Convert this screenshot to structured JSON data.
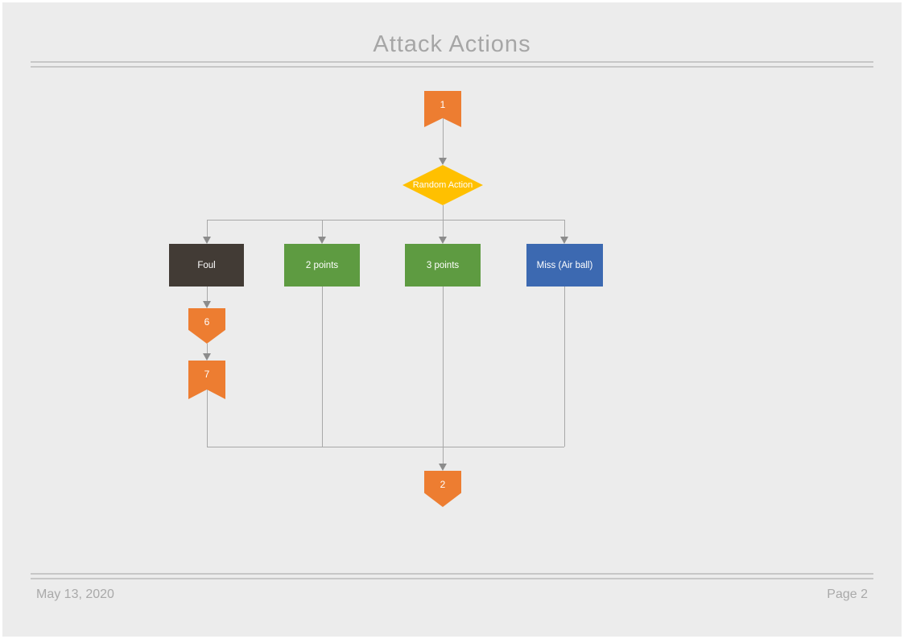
{
  "page": {
    "title": "Attack Actions",
    "footer": {
      "date": "May 13, 2020",
      "page_label": "Page 2"
    }
  },
  "colors": {
    "background": "#ECECEC",
    "page_border": "#FFFFFF",
    "rule_line": "#C7C7C7",
    "muted_text": "#A6A6A6",
    "connector_line": "#A8A8A8",
    "arrowhead": "#8C8C8C",
    "node_text": "#FFFFFF"
  },
  "diagram": {
    "nodes": {
      "start": {
        "label": "1",
        "shape": "bookmark",
        "color": "#ED7D31"
      },
      "decision": {
        "label": "Random Action",
        "shape": "diamond",
        "color": "#FFC000"
      },
      "foul": {
        "label": "Foul",
        "shape": "rectangle",
        "color": "#423B35"
      },
      "two_points": {
        "label": "2 points",
        "shape": "rectangle",
        "color": "#5E9B41"
      },
      "three_points": {
        "label": "3 points",
        "shape": "rectangle",
        "color": "#5E9B41"
      },
      "miss": {
        "label": "Miss (Air ball)",
        "shape": "rectangle",
        "color": "#3C69B1"
      },
      "conn6": {
        "label": "6",
        "shape": "pentagon-down",
        "color": "#ED7D31"
      },
      "conn7": {
        "label": "7",
        "shape": "bookmark",
        "color": "#ED7D31"
      },
      "end": {
        "label": "2",
        "shape": "pentagon-down",
        "color": "#ED7D31"
      }
    },
    "edges": [
      {
        "from": "1",
        "to": "Random Action"
      },
      {
        "from": "Random Action",
        "to": "Foul"
      },
      {
        "from": "Random Action",
        "to": "2 points"
      },
      {
        "from": "Random Action",
        "to": "3 points"
      },
      {
        "from": "Random Action",
        "to": "Miss (Air ball)"
      },
      {
        "from": "Foul",
        "to": "6"
      },
      {
        "from": "6",
        "to": "7"
      },
      {
        "from": "7",
        "to": "2"
      },
      {
        "from": "2 points",
        "to": "2"
      },
      {
        "from": "3 points",
        "to": "2"
      },
      {
        "from": "Miss (Air ball)",
        "to": "2"
      }
    ]
  }
}
